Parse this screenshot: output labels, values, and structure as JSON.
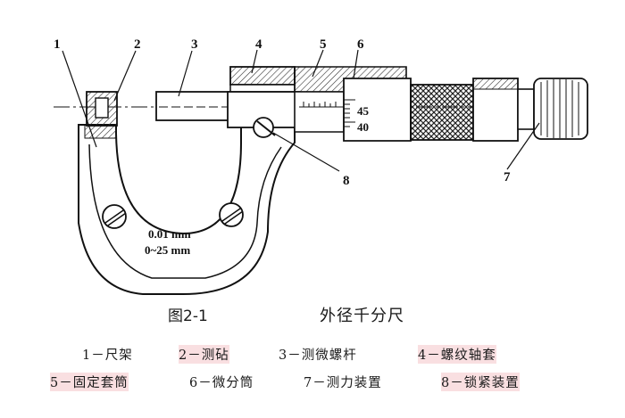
{
  "figure": {
    "number": "图2-1",
    "title": "外径千分尺",
    "callouts": [
      "1",
      "2",
      "3",
      "4",
      "5",
      "6",
      "7",
      "8"
    ],
    "frame_text": {
      "line1": "0.01 mm",
      "line2": "0~25 mm"
    },
    "scale_ticks": {
      "upper": "45",
      "lower": "40"
    }
  },
  "legend": {
    "row1": [
      "1－尺架",
      "2－测砧",
      "3－测微螺杆",
      "4－螺纹轴套"
    ],
    "row2": [
      "5－固定套筒",
      "6－微分筒",
      "7－测力装置",
      "8－锁紧装置"
    ]
  },
  "colors": {
    "highlight": "#f4c4c8",
    "line": "#111111",
    "hatch": "#333333"
  }
}
